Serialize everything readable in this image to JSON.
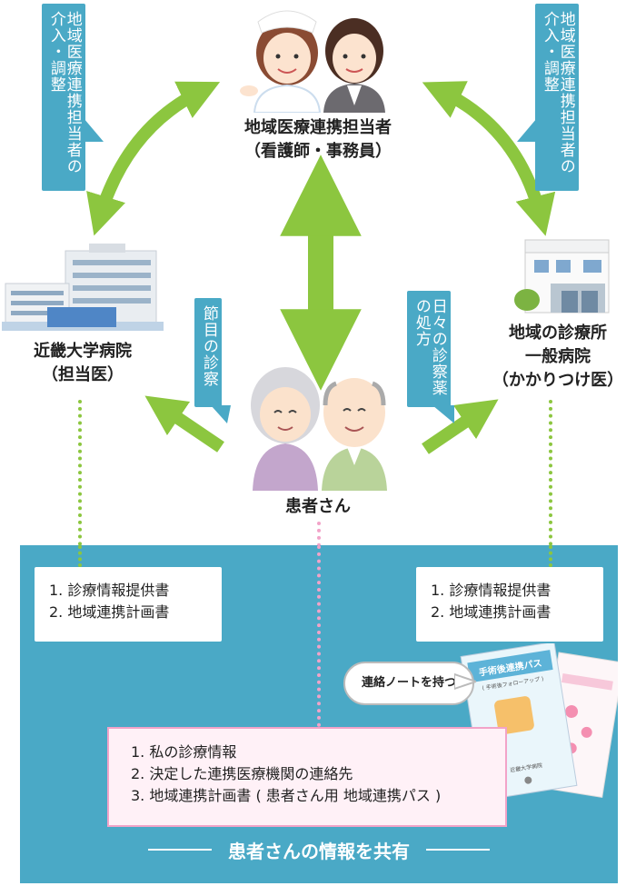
{
  "tabs": {
    "left": "地域医療連携担当者の介入・調整",
    "right": "地域医療連携担当者の介入・調整",
    "mid_left": "節目の診察",
    "mid_right": "日々の診察薬の処方"
  },
  "nodes": {
    "top_title_line1": "地域医療連携担当者",
    "top_title_line2": "（看護師・事務員）",
    "left_title_line1": "近畿大学病院",
    "left_title_line2": "（担当医）",
    "right_title_line1": "地域の診療所",
    "right_title_line2": "一般病院",
    "right_title_line3": "（かかりつけ医）",
    "patient": "患者さん"
  },
  "cards": {
    "left": [
      "1. 診療情報提供書",
      "2. 地域連携計画書"
    ],
    "right": [
      "1. 診療情報提供書",
      "2. 地域連携計画書"
    ],
    "patient": [
      "1. 私の診療情報",
      "2. 決定した連携医療機関の連絡先",
      "3. 地域連携計画書 ( 患者さん用 地域連携パス )"
    ]
  },
  "bubble": "連絡ノートを持つ",
  "notebook": {
    "title": "手術後連携パス",
    "subtitle": "( 手術後フォローアップ )",
    "footer": "近畿大学病院"
  },
  "footer": "患者さんの情報を共有",
  "colors": {
    "arrow": "#8cc63f",
    "panel": "#4aa9c6",
    "pink": "#f2a3c8"
  }
}
